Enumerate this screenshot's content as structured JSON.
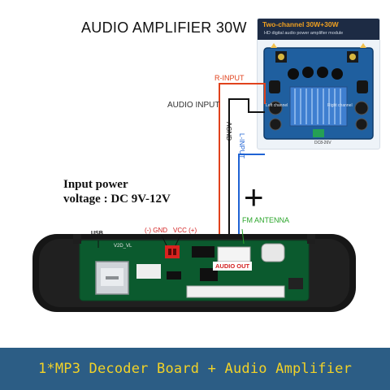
{
  "title": "AUDIO AMPLIFIER 30W",
  "amp_module": {
    "banner_title": "Two-channel 30W+30W",
    "banner_subtitle": "HD digital audio power amplifier module",
    "left_channel": "Left channel",
    "right_channel": "Right channel",
    "power_label": "DC8-26V"
  },
  "wiring": {
    "audio_input": "AUDIO INPUT",
    "r_input": "R-INPUT",
    "agnd": "AGND",
    "l_input": "L-INPUT"
  },
  "input_power": {
    "line1": "Input power",
    "line2": "voltage : DC 9V-12V"
  },
  "plus": "+",
  "decoder_board": {
    "usb": "USB",
    "gnd_label": "(-) GND",
    "vcc_label": "VCC (+)",
    "fm_antenna": "FM ANTENNA",
    "audio_out": "AUDIO OUT",
    "pcb_text": "V2D_VL"
  },
  "footer": "1*MP3 Decoder Board + Audio Amplifier",
  "colors": {
    "footer_bg": "#2c5d85",
    "footer_text": "#f2d227",
    "r_input": "#e0421c",
    "l_input": "#1f63d4",
    "agnd": "#111111",
    "fm_antenna": "#2aa52a",
    "pcb": "#0b5a2e"
  }
}
